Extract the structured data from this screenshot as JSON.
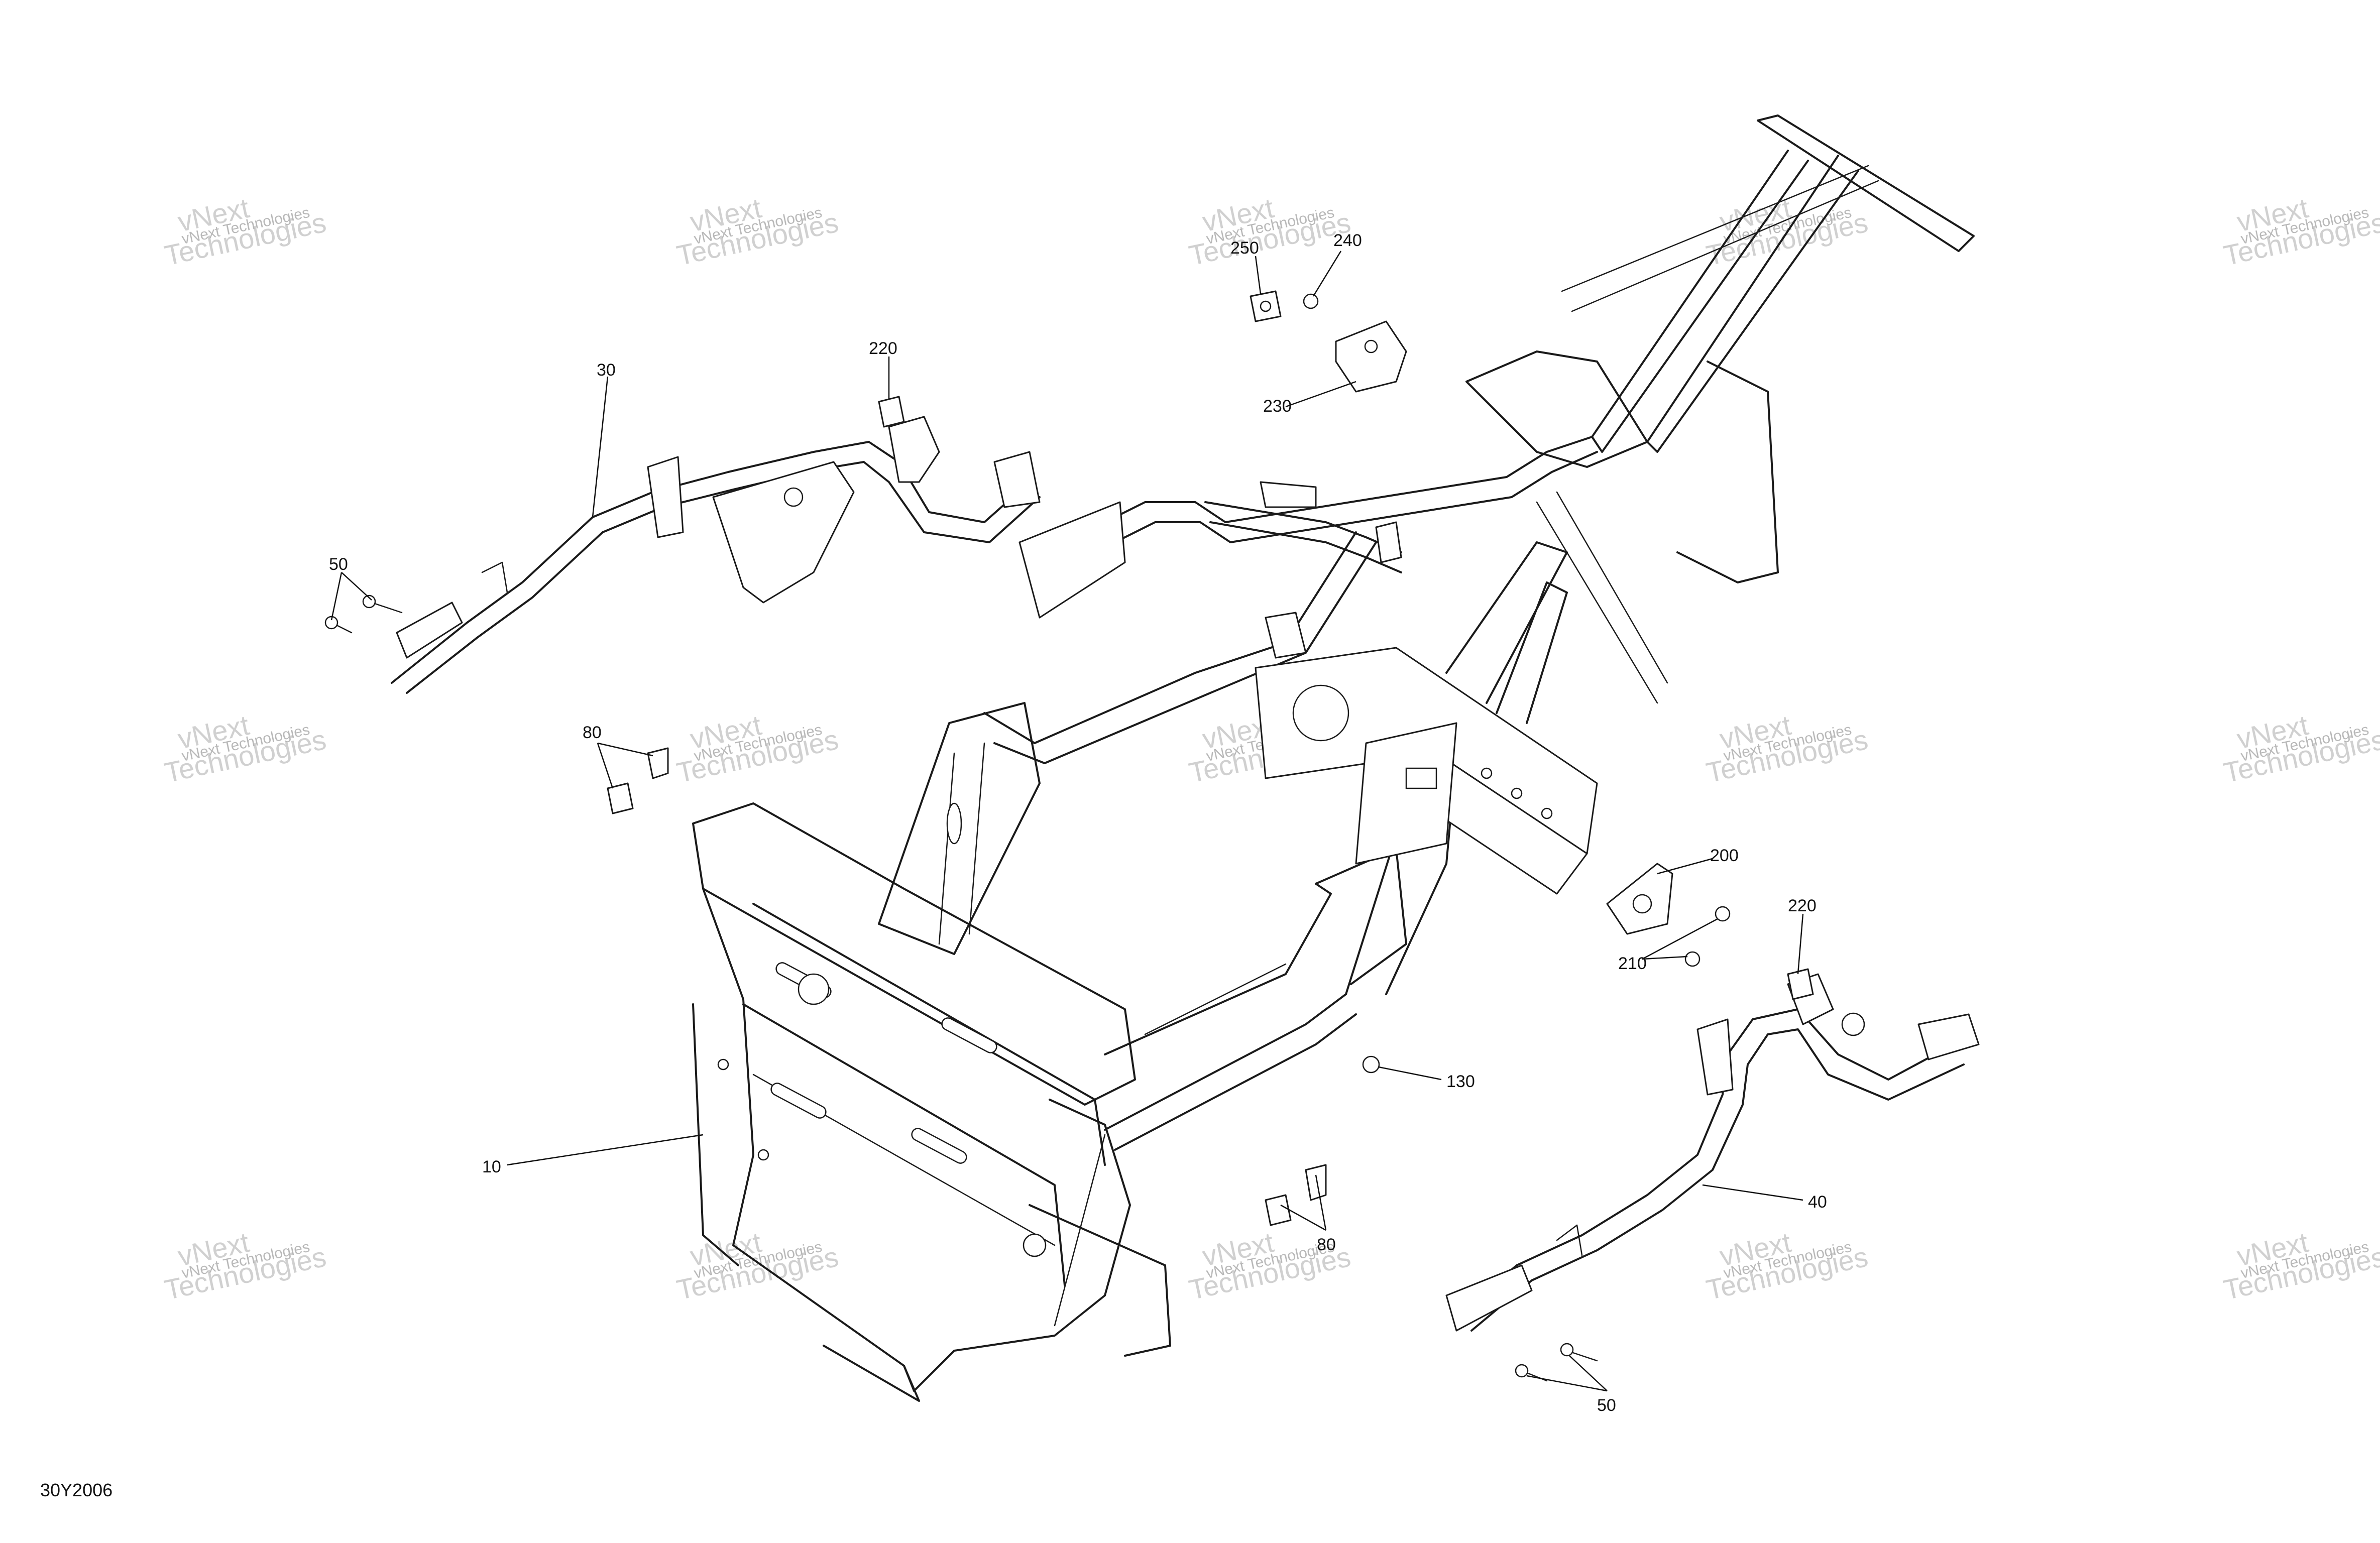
{
  "figure_id": "30Y2006",
  "watermark": {
    "line1": "vNext Technologies",
    "line2": "vNext",
    "line3": "Technologies"
  },
  "callouts": {
    "c10": "10",
    "c30": "30",
    "c40": "40",
    "c50_left": "50",
    "c50_right": "50",
    "c80_left": "80",
    "c80_right": "80",
    "c130": "130",
    "c200": "200",
    "c210": "210",
    "c220_left": "220",
    "c220_right": "220",
    "c230": "230",
    "c240": "240",
    "c250": "250"
  }
}
